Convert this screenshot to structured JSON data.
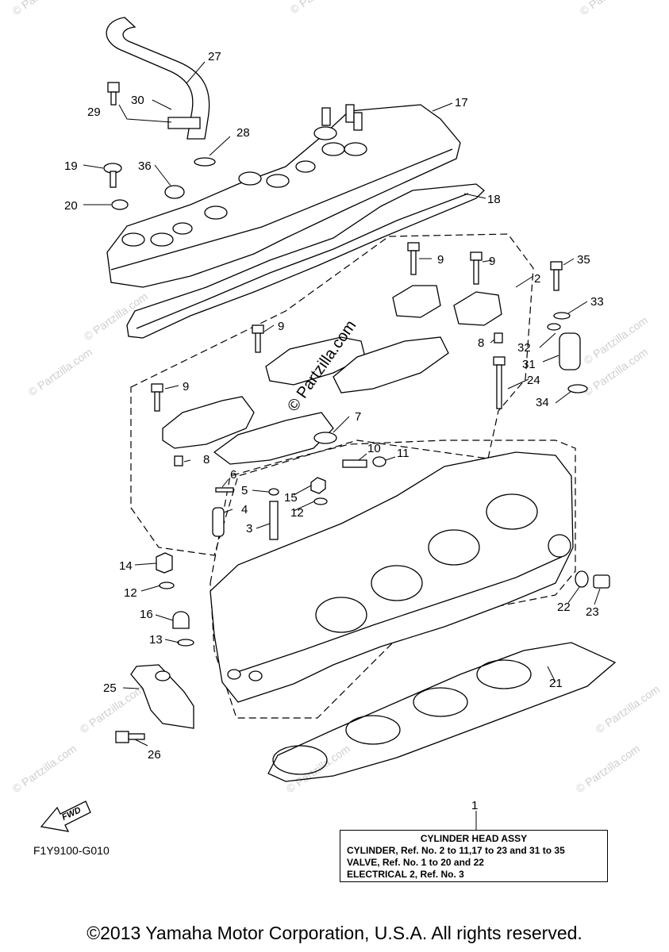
{
  "callouts": [
    "1",
    "2",
    "3",
    "4",
    "5",
    "6",
    "7",
    "8",
    "8",
    "9",
    "9",
    "9",
    "9",
    "10",
    "11",
    "12",
    "12",
    "13",
    "14",
    "15",
    "16",
    "17",
    "18",
    "19",
    "20",
    "21",
    "22",
    "23",
    "24",
    "25",
    "26",
    "27",
    "28",
    "29",
    "30",
    "31",
    "32",
    "33",
    "34",
    "35",
    "36"
  ],
  "watermarks": {
    "main": "© Partzilla.com",
    "faint": "© Partzilla.com"
  },
  "fwd_label": "FWD",
  "figure_code": "F1Y9100-G010",
  "note": {
    "title": "CYLINDER HEAD ASSY",
    "lines": [
      "CYLINDER, Ref. No. 2 to 11,17 to 23 and 31 to 35",
      "VALVE, Ref. No. 1 to 20 and 22",
      "ELECTRICAL 2, Ref. No. 3"
    ]
  },
  "copyright": "©2013 Yamaha Motor Corporation, U.S.A. All rights reserved."
}
